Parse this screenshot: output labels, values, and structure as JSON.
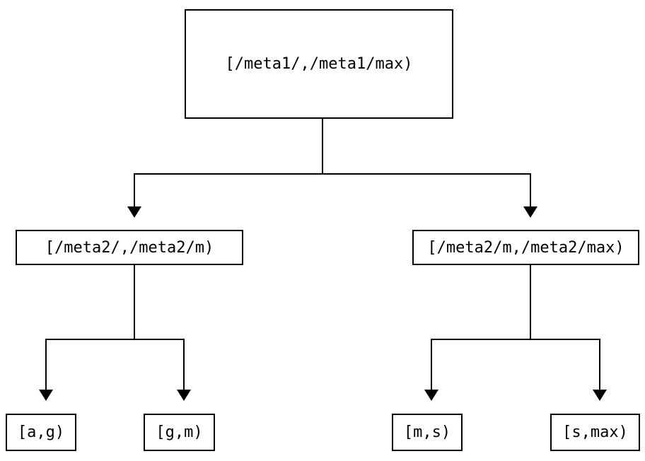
{
  "diagram": {
    "type": "tree",
    "nodes": {
      "root": {
        "label": "[/meta1/,/meta1/max)"
      },
      "meta2_low": {
        "label": "[/meta2/,/meta2/m)"
      },
      "meta2_high": {
        "label": "[/meta2/m,/meta2/max)"
      },
      "leaf_a_g": {
        "label": "[a,g)"
      },
      "leaf_g_m": {
        "label": "[g,m)"
      },
      "leaf_m_s": {
        "label": "[m,s)"
      },
      "leaf_s_max": {
        "label": "[s,max)"
      }
    },
    "edges": [
      {
        "from": "root",
        "to": "meta2_low"
      },
      {
        "from": "root",
        "to": "meta2_high"
      },
      {
        "from": "meta2_low",
        "to": "leaf_a_g"
      },
      {
        "from": "meta2_low",
        "to": "leaf_g_m"
      },
      {
        "from": "meta2_high",
        "to": "leaf_m_s"
      },
      {
        "from": "meta2_high",
        "to": "leaf_s_max"
      }
    ],
    "colors": {
      "line": "#000000",
      "border": "#000000",
      "text": "#000000",
      "background": "#ffffff"
    }
  }
}
